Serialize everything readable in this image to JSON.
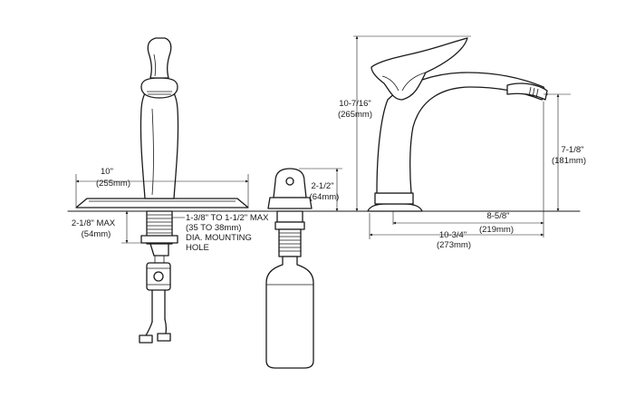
{
  "dimensions": {
    "base_width": {
      "imperial": "10\"",
      "metric": "(255mm)"
    },
    "deck_thickness": {
      "imperial": "2-1/8\" MAX",
      "metric": "(54mm)"
    },
    "mounting_hole": {
      "line1": "1-3/8\" TO 1-1/2\" MAX",
      "line2": "(35 TO 38mm)",
      "line3": "DIA. MOUNTING",
      "line4": "HOLE"
    },
    "dispenser_height": {
      "imperial": "2-1/2\"",
      "metric": "(64mm)"
    },
    "faucet_height": {
      "imperial": "10-7/16\"",
      "metric": "(265mm)"
    },
    "spout_height": {
      "imperial": "7-1/8\"",
      "metric": "(181mm)"
    },
    "spout_reach": {
      "imperial": "8-5/8\"",
      "metric": "(219mm)"
    },
    "overall_depth": {
      "imperial": "10-3/4\"",
      "metric": "(273mm)"
    }
  }
}
